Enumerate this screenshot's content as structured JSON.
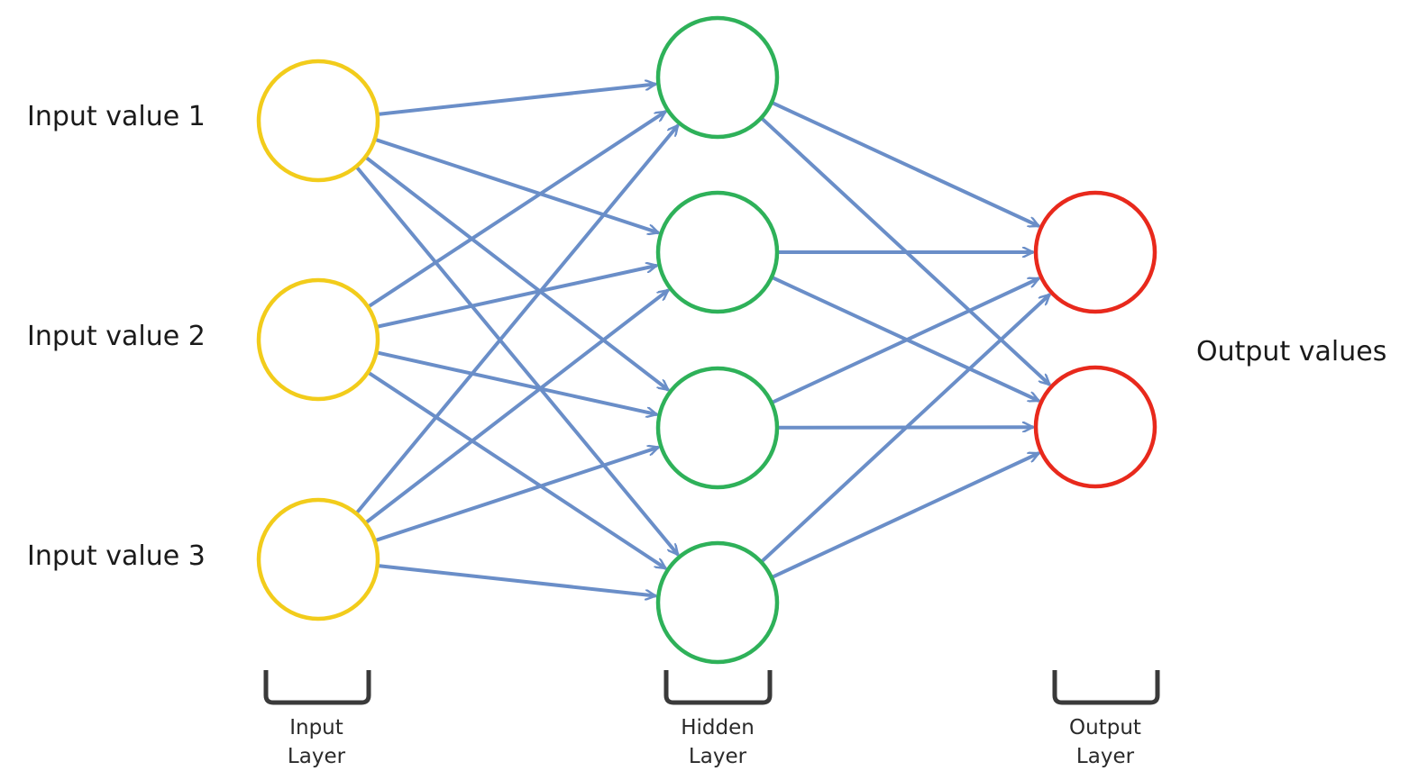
{
  "diagram": {
    "input_labels": [
      "Input value 1",
      "Input value 2",
      "Input value 3"
    ],
    "output_label": "Output values",
    "layers": [
      {
        "name": "input",
        "line1": "Input",
        "line2": "Layer",
        "nodes": 3
      },
      {
        "name": "hidden",
        "line1": "Hidden",
        "line2": "Layer",
        "nodes": 4
      },
      {
        "name": "output",
        "line1": "Output",
        "line2": "Layer",
        "nodes": 2
      }
    ],
    "connectivity": "fully-connected",
    "colors": {
      "input_node": "#f2cc1b",
      "hidden_node": "#2eb159",
      "output_node": "#e8291c",
      "edge": "#6a8ec8",
      "bracket": "#3a3a3a",
      "text": "#1a1a1a"
    }
  }
}
